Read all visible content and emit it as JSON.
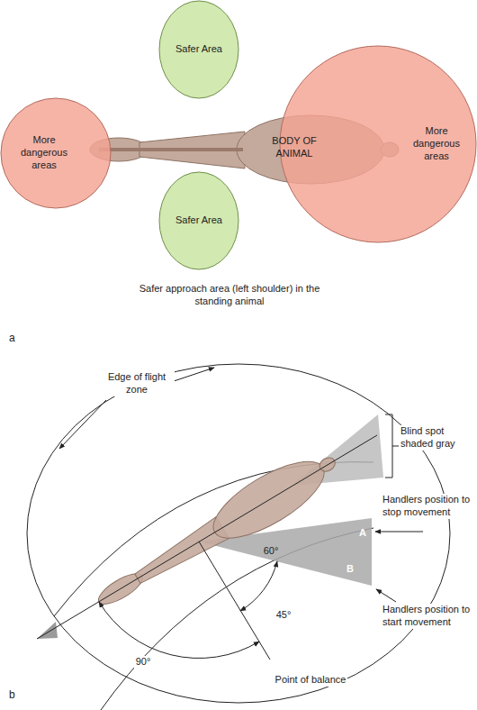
{
  "diagram": {
    "nodes": [
      {
        "text": [
          "Safer Area"
        ]
      },
      {
        "text": [
          "More dangerous areas"
        ]
      },
      {
        "text": [
          "More dangerous areas"
        ]
      },
      {
        "text": [
          "Safer Area"
        ]
      }
    ],
    "labels": [
      "BODY OF ANIMAL",
      "Safer approach area (left shoulder) in the standing animal",
      "a",
      "Edge of flight zone",
      "Blind spot shaded gray",
      "Handlers position to stop movement",
      "A",
      "B",
      "Handlers position to start movement",
      "60°",
      "45°",
      "90°",
      "Point of balance",
      "b"
    ]
  }
}
